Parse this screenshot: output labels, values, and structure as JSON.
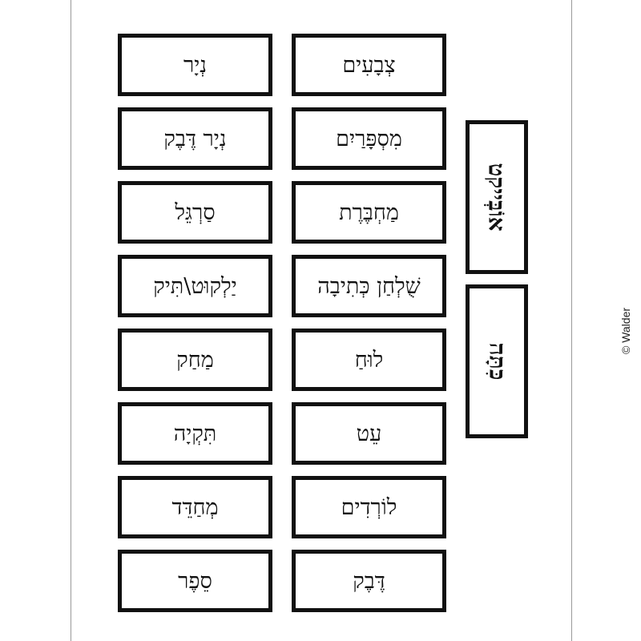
{
  "colors": {
    "border": "#111111",
    "text": "#111111",
    "page_edge": "#9a9a9a",
    "background": "#ffffff"
  },
  "cards_right": [
    "צְבָעִים",
    "מִסְפָּרַיִם",
    "מַחְבֶּרֶת",
    "שֻׁלְחַן כְּתִיבָה",
    "לוּחַ",
    "עֵט",
    "לוֹרְדִים",
    "דֶּבֶק"
  ],
  "cards_left": [
    "נְיָר",
    "נְיָר דֶּבֶק",
    "סַרְגֵּל",
    "יַלְקוּט\\תִּיק",
    "מַחַק",
    "תִּקְיָה",
    "מְחַדֵּד",
    "סֵפֶר"
  ],
  "side_cards": [
    "אוֹבְּייקט",
    "כִּתָּה"
  ],
  "copyright": "© Walder"
}
